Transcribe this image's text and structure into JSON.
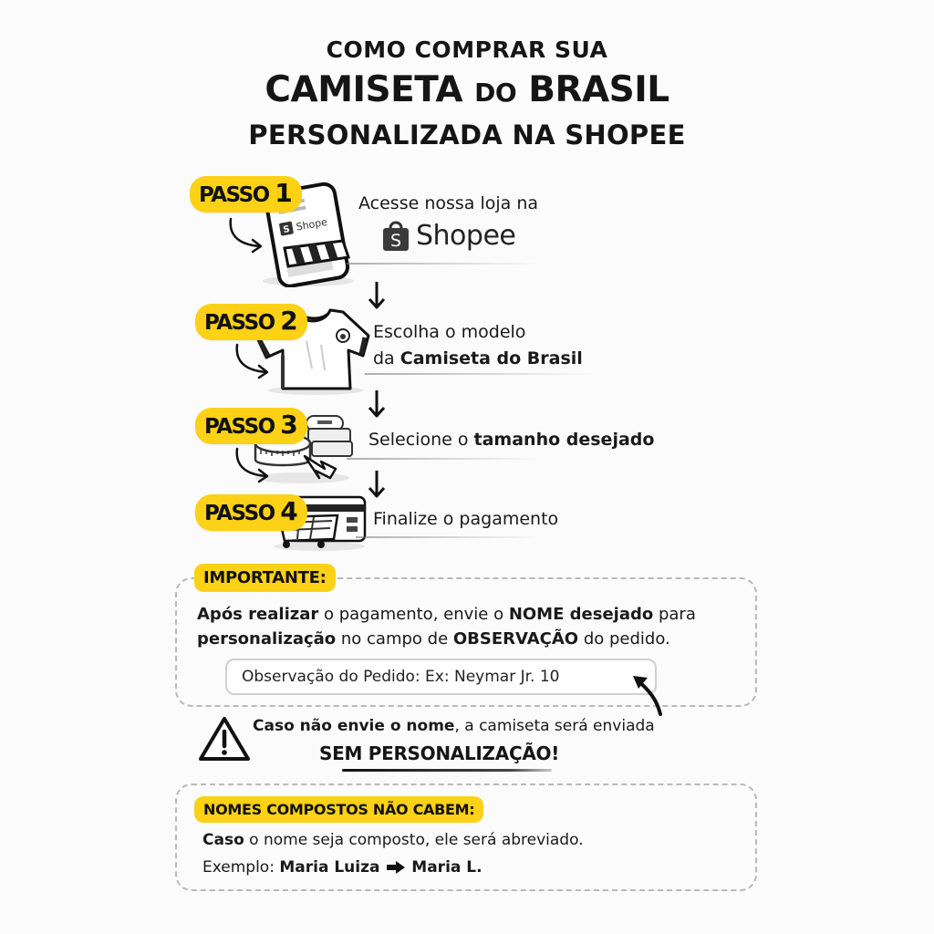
{
  "title": {
    "line1": "COMO COMPRAR SUA",
    "line2_part1": "CAMISETA ",
    "line2_part2": "DO",
    "line2_part3": " BRASIL",
    "line3": "PERSONALIZADA NA SHOPEE"
  },
  "steps": [
    {
      "badge_word": "PASSO",
      "badge_num": "1",
      "icon": "phone-shopee-store-icon",
      "text_plain": "Acesse nossa loja na",
      "brand_label": "Shopee",
      "phone_label": "Shope"
    },
    {
      "badge_word": "PASSO",
      "badge_num": "2",
      "icon": "brazil-jersey-icon",
      "text_line1": "Escolha o modelo",
      "text_line2_plain": "da ",
      "text_line2_bold": "Camiseta do Brasil"
    },
    {
      "badge_word": "PASSO",
      "badge_num": "3",
      "icon": "measuring-tape-icon",
      "text_plain": "Selecione o ",
      "text_bold": "tamanho desejado"
    },
    {
      "badge_word": "PASSO",
      "badge_num": "4",
      "icon": "card-cart-icon",
      "text_plain": "Finalize o pagamento"
    }
  ],
  "important": {
    "tag": "IMPORTANTE:",
    "line1_bold1": "Após realizar",
    "line1_plain1": " o pagamento, envie o ",
    "line1_bold2": "NOME desejado",
    "line1_plain2": " para",
    "line2_bold1": "personalização",
    "line2_plain1": " no campo de ",
    "line2_bold2": "OBSERVAÇÃO",
    "line2_plain2": " do pedido.",
    "field_text": "Observação do Pedido: Ex: Neymar Jr. 10"
  },
  "warning": {
    "icon": "warning-icon",
    "bold": "Caso não envie o nome",
    "plain": ", a camiseta será enviada",
    "strong": "SEM PERSONALIZAÇÃO!"
  },
  "compound_names": {
    "tag": "NOMES COMPOSTOS NÃO CABEM:",
    "line1_bold": "Caso",
    "line1_plain": " o nome seja composto, ele será abreviado.",
    "line2_plain": "Exemplo: ",
    "line2_from": "Maria Luiza",
    "line2_to": "Maria L."
  },
  "colors": {
    "accent_yellow": "#fcd116",
    "text": "#151515",
    "background": "#fbfbfb",
    "dashed_border": "#b9b9b9"
  }
}
